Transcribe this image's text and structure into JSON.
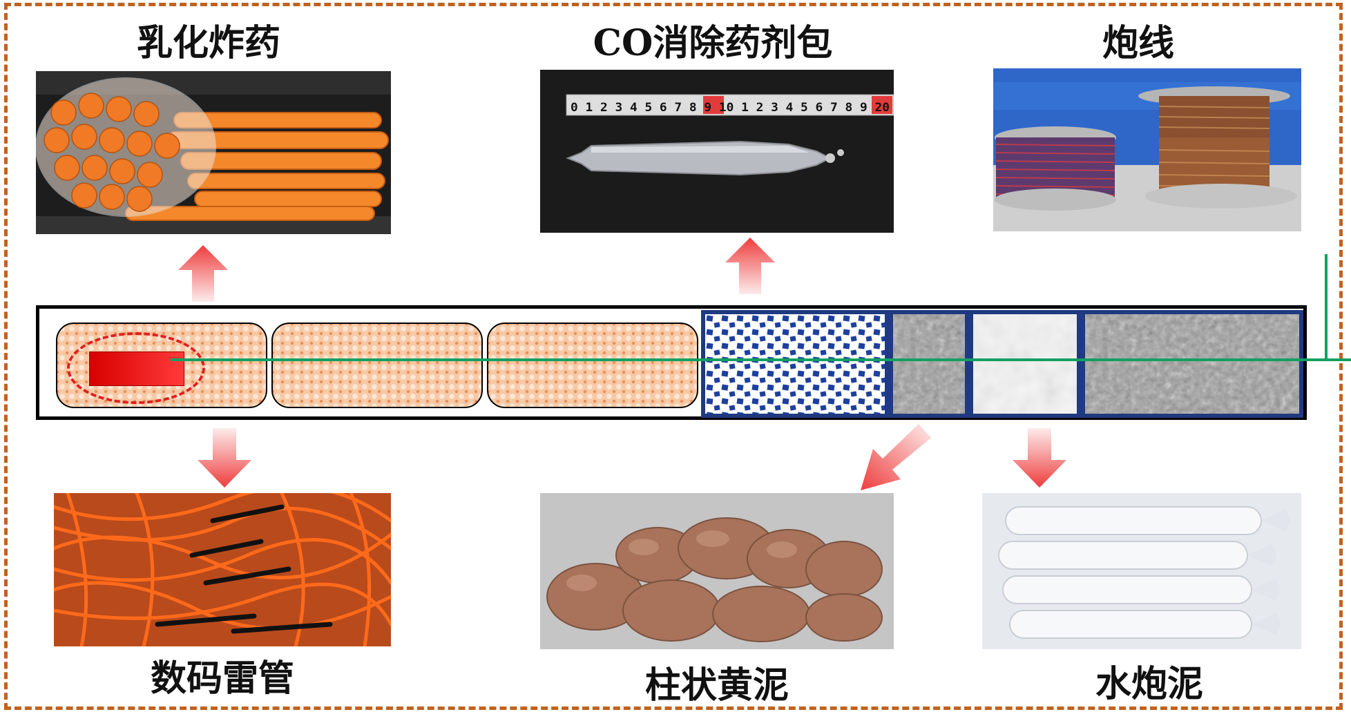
{
  "labels": {
    "emulsion_explosive": "乳化炸药",
    "co_eliminator_pack": "CO消除药剂包",
    "blasting_wire": "炮线",
    "digital_detonator": "数码雷管",
    "columnar_clay": "柱状黄泥",
    "water_stemming": "水炮泥"
  },
  "ruler": {
    "numbers": "0 1 2 3 4 5 6 7 8 9 10 1 2 3 4 5 6 7 8 9 20"
  },
  "colors": {
    "frame": "#c0621f",
    "arrow": "#ee3d3d",
    "wire": "#13a061",
    "container_border": "#1f3a80",
    "detonator": "#d80000",
    "cartridge": "#f7c9a6"
  },
  "icons": {
    "arrow": "gradient-arrow-icon"
  }
}
